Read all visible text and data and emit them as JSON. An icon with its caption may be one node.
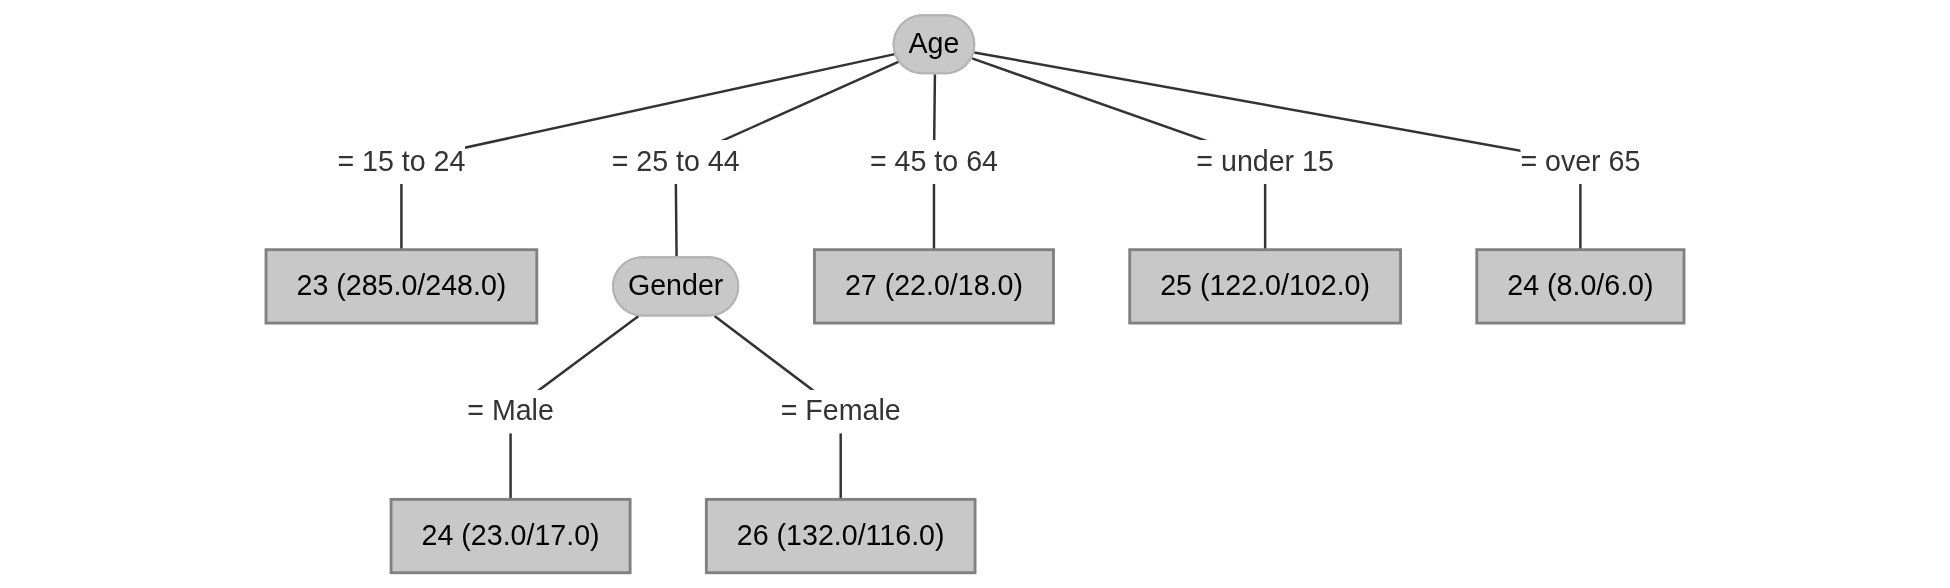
{
  "diagram": {
    "nodes": [
      {
        "text": [
          "Age"
        ]
      },
      {
        "text": [
          "23 (285.0/248.0)"
        ]
      },
      {
        "text": [
          "Gender"
        ]
      },
      {
        "text": [
          "27 (22.0/18.0)"
        ]
      },
      {
        "text": [
          "25 (122.0/102.0)"
        ]
      },
      {
        "text": [
          "24 (8.0/6.0)"
        ]
      },
      {
        "text": [
          "24 (23.0/17.0)"
        ]
      },
      {
        "text": [
          "26 (132.0/116.0)"
        ]
      }
    ],
    "edges": [
      {
        "from": 0,
        "to": 1,
        "arrow": "none",
        "label": "= 15 to 24"
      },
      {
        "from": 0,
        "to": 2,
        "arrow": "none",
        "label": "= 25 to 44"
      },
      {
        "from": 0,
        "to": 3,
        "arrow": "none",
        "label": "= 45 to 64"
      },
      {
        "from": 0,
        "to": 4,
        "arrow": "none",
        "label": "= under 15"
      },
      {
        "from": 0,
        "to": 5,
        "arrow": "none",
        "label": "= over 65"
      },
      {
        "from": 2,
        "to": 6,
        "arrow": "none",
        "label": "= Male"
      },
      {
        "from": 2,
        "to": 7,
        "arrow": "none",
        "label": "= Female"
      }
    ]
  }
}
